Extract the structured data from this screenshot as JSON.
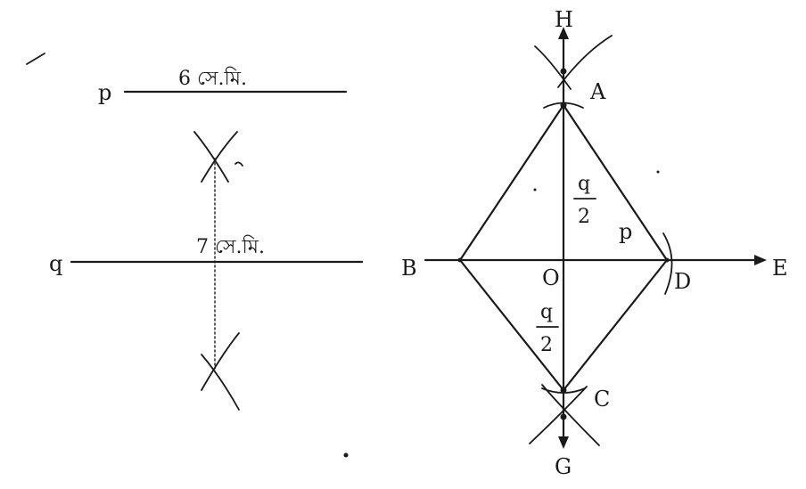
{
  "left_construction": {
    "segment_p": {
      "label": "p",
      "length_text": "6 সে.মি."
    },
    "segment_q": {
      "label": "q",
      "length_text": "7 সে.মি."
    }
  },
  "rhombus": {
    "vertices": {
      "A": "A",
      "B": "B",
      "C": "C",
      "D": "D"
    },
    "center": "O",
    "ray_ends": {
      "H": "H",
      "E": "E",
      "G": "G"
    },
    "side_label": "p",
    "half_diagonal": {
      "numerator": "q",
      "denominator": "2"
    }
  }
}
